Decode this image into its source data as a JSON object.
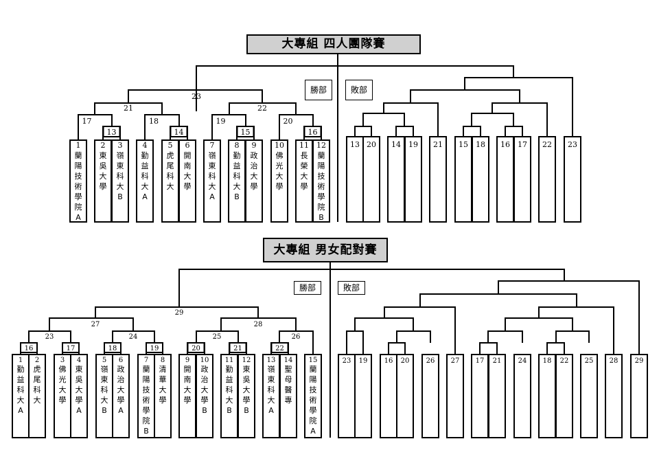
{
  "sections": [
    {
      "title": "大專組 四人團隊賽",
      "winners_label": "勝部",
      "losers_label": "敗部",
      "teams": [
        {
          "seed": "1",
          "name": "蘭陽技術學院A"
        },
        {
          "seed": "2",
          "name": "東吳大學"
        },
        {
          "seed": "3",
          "name": "嶺東科大B"
        },
        {
          "seed": "4",
          "name": "勤益科大A"
        },
        {
          "seed": "5",
          "name": "虎尾科大"
        },
        {
          "seed": "6",
          "name": "開南大學"
        },
        {
          "seed": "7",
          "name": "嶺東科大A"
        },
        {
          "seed": "8",
          "name": "勤益科大B"
        },
        {
          "seed": "9",
          "name": "政治大學"
        },
        {
          "seed": "10",
          "name": "佛光大學"
        },
        {
          "seed": "11",
          "name": "長榮大學"
        },
        {
          "seed": "12",
          "name": "蘭陽技術學院B"
        }
      ],
      "winner_matches": [
        "13",
        "14",
        "15",
        "16",
        "17",
        "18",
        "19",
        "20",
        "21",
        "22",
        "23"
      ],
      "loser_slots": [
        "13",
        "20",
        "14",
        "19",
        "21",
        "15",
        "18",
        "16",
        "17",
        "22",
        "23"
      ]
    },
    {
      "title": "大專組 男女配對賽",
      "winners_label": "勝部",
      "losers_label": "敗部",
      "teams": [
        {
          "seed": "1",
          "name": "勤益科大A"
        },
        {
          "seed": "2",
          "name": "虎尾科大"
        },
        {
          "seed": "3",
          "name": "佛光大學"
        },
        {
          "seed": "4",
          "name": "東吳大學A"
        },
        {
          "seed": "5",
          "name": "嶺東科大B"
        },
        {
          "seed": "6",
          "name": "政治大學A"
        },
        {
          "seed": "7",
          "name": "蘭陽技術學院B"
        },
        {
          "seed": "8",
          "name": "清華大學"
        },
        {
          "seed": "9",
          "name": "開南大學"
        },
        {
          "seed": "10",
          "name": "政治大學B"
        },
        {
          "seed": "11",
          "name": "勤益科大B"
        },
        {
          "seed": "12",
          "name": "東吳大學B"
        },
        {
          "seed": "13",
          "name": "嶺東科大A"
        },
        {
          "seed": "14",
          "name": "聖母醫專"
        },
        {
          "seed": "15",
          "name": "蘭陽技術學院A"
        }
      ],
      "winner_matches": [
        "16",
        "17",
        "18",
        "19",
        "20",
        "21",
        "22",
        "23",
        "24",
        "25",
        "26",
        "27",
        "28",
        "29"
      ],
      "loser_slots": [
        "23",
        "19",
        "16",
        "20",
        "26",
        "27",
        "17",
        "21",
        "24",
        "18",
        "22",
        "25",
        "28",
        "29"
      ]
    }
  ]
}
